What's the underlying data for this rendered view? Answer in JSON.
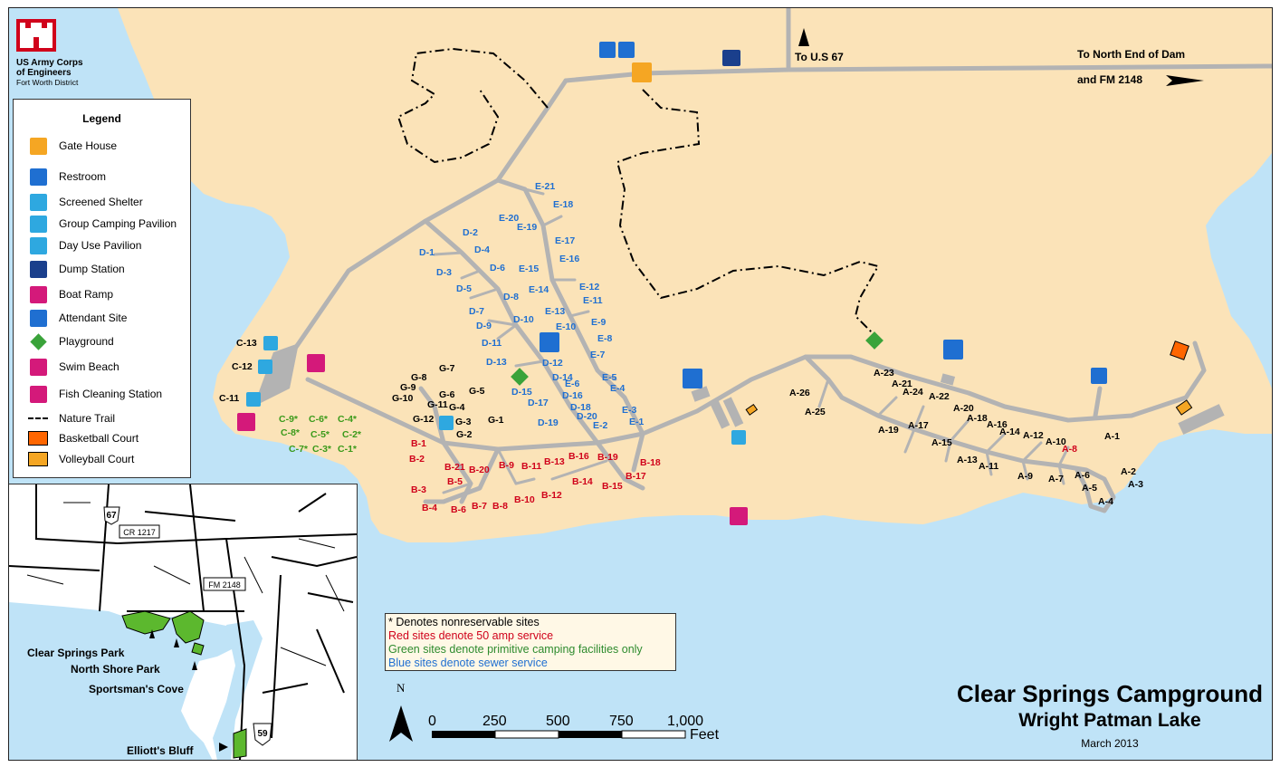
{
  "org": {
    "line1": "US Army Corps",
    "line2": "of Engineers",
    "line3": "Fort Worth District"
  },
  "title": "Clear Springs Campground",
  "subtitle": "Wright Patman Lake",
  "date": "March 2013",
  "roads": {
    "to_us67": "To U.S 67",
    "to_dam_1": "To North End of Dam",
    "to_dam_2": "and FM 2148"
  },
  "legend": {
    "title": "Legend",
    "items": [
      {
        "label": "Gate House",
        "icon": "gate-house-icon",
        "color": "#f5a623"
      },
      {
        "label": "Restroom",
        "icon": "restroom-icon",
        "color": "#1f6fd1"
      },
      {
        "label": "Screened Shelter",
        "icon": "screened-shelter-icon",
        "color": "#2ea8e0"
      },
      {
        "label": "Group Camping Pavilion",
        "icon": "group-pavilion-icon",
        "color": "#2ea8e0"
      },
      {
        "label": "Day Use Pavilion",
        "icon": "day-use-pavilion-icon",
        "color": "#2ea8e0"
      },
      {
        "label": "Dump Station",
        "icon": "dump-station-icon",
        "color": "#1a3f8c"
      },
      {
        "label": "Boat Ramp",
        "icon": "boat-ramp-icon",
        "color": "#d4197a"
      },
      {
        "label": "Attendant Site",
        "icon": "attendant-site-icon",
        "color": "#1f6fd1"
      },
      {
        "label": "Playground",
        "icon": "playground-icon",
        "color": "#3aa33a"
      },
      {
        "label": "Swim Beach",
        "icon": "swim-beach-icon",
        "color": "#d4197a"
      },
      {
        "label": "Fish Cleaning Station",
        "icon": "fish-cleaning-icon",
        "color": "#d4197a"
      },
      {
        "label": "Nature Trail",
        "icon": "nature-trail-icon",
        "color": "#000000"
      },
      {
        "label": "Basketball Court",
        "icon": "basketball-court-icon",
        "color": "#ff6600"
      },
      {
        "label": "Volleyball Court",
        "icon": "volleyball-court-icon",
        "color": "#f5a623"
      }
    ]
  },
  "notes": [
    {
      "text": "* Denotes nonreservable sites",
      "color": "#000000"
    },
    {
      "text": "Red sites denote 50 amp service",
      "color": "#d0021b"
    },
    {
      "text": "Green sites denote primitive camping facilities only",
      "color": "#2e8b2e"
    },
    {
      "text": "Blue sites denote sewer service",
      "color": "#1f6fd1"
    }
  ],
  "scale": {
    "ticks": [
      "0",
      "250",
      "500",
      "750",
      "1,000"
    ],
    "unit": "Feet",
    "north": "N"
  },
  "inset": {
    "labels": [
      "Clear Springs Park",
      "North Shore Park",
      "Sportsman's Cove",
      "Elliott's Bluff"
    ],
    "road_labels": [
      "67",
      "CR 1217",
      "FM 2148",
      "59"
    ]
  },
  "sites": {
    "A": [
      "A-1",
      "A-2",
      "A-3",
      "A-4",
      "A-5",
      "A-6",
      "A-7",
      "A-8",
      "A-9",
      "A-10",
      "A-11",
      "A-12",
      "A-13",
      "A-14",
      "A-15",
      "A-16",
      "A-17",
      "A-18",
      "A-19",
      "A-20",
      "A-21",
      "A-22",
      "A-23",
      "A-24",
      "A-25",
      "A-26"
    ],
    "B": [
      "B-1",
      "B-2",
      "B-3",
      "B-4",
      "B-5",
      "B-6",
      "B-7",
      "B-8",
      "B-9",
      "B-10",
      "B-11",
      "B-12",
      "B-13",
      "B-14",
      "B-15",
      "B-16",
      "B-17",
      "B-18",
      "B-19",
      "B-20",
      "B-21"
    ],
    "C": [
      "C-1*",
      "C-2*",
      "C-3*",
      "C-4*",
      "C-5*",
      "C-6*",
      "C-7*",
      "C-8*",
      "C-9*",
      "C-11",
      "C-12",
      "C-13"
    ],
    "D": [
      "D-1",
      "D-2",
      "D-3",
      "D-4",
      "D-5",
      "D-6",
      "D-7",
      "D-8",
      "D-9",
      "D-10",
      "D-11",
      "D-12",
      "D-13",
      "D-14",
      "D-15",
      "D-16",
      "D-17",
      "D-18",
      "D-19",
      "D-20"
    ],
    "E": [
      "E-1",
      "E-2",
      "E-3",
      "E-4",
      "E-5",
      "E-6",
      "E-7",
      "E-8",
      "E-9",
      "E-10",
      "E-11",
      "E-12",
      "E-13",
      "E-14",
      "E-15",
      "E-16",
      "E-17",
      "E-18",
      "E-19",
      "E-20",
      "E-21"
    ],
    "G": [
      "G-1",
      "G-2",
      "G-3",
      "G-4",
      "G-5",
      "G-6",
      "G-7",
      "G-8",
      "G-9",
      "G-10",
      "G-11",
      "G-12"
    ]
  },
  "colors": {
    "land": "#fbe3b8",
    "water": "#bfe3f7",
    "road": "#b3b3b3",
    "red_site": "#d0021b",
    "blue_site": "#1f6fd1",
    "green_site": "#3a9a1a",
    "black_site": "#000000"
  }
}
